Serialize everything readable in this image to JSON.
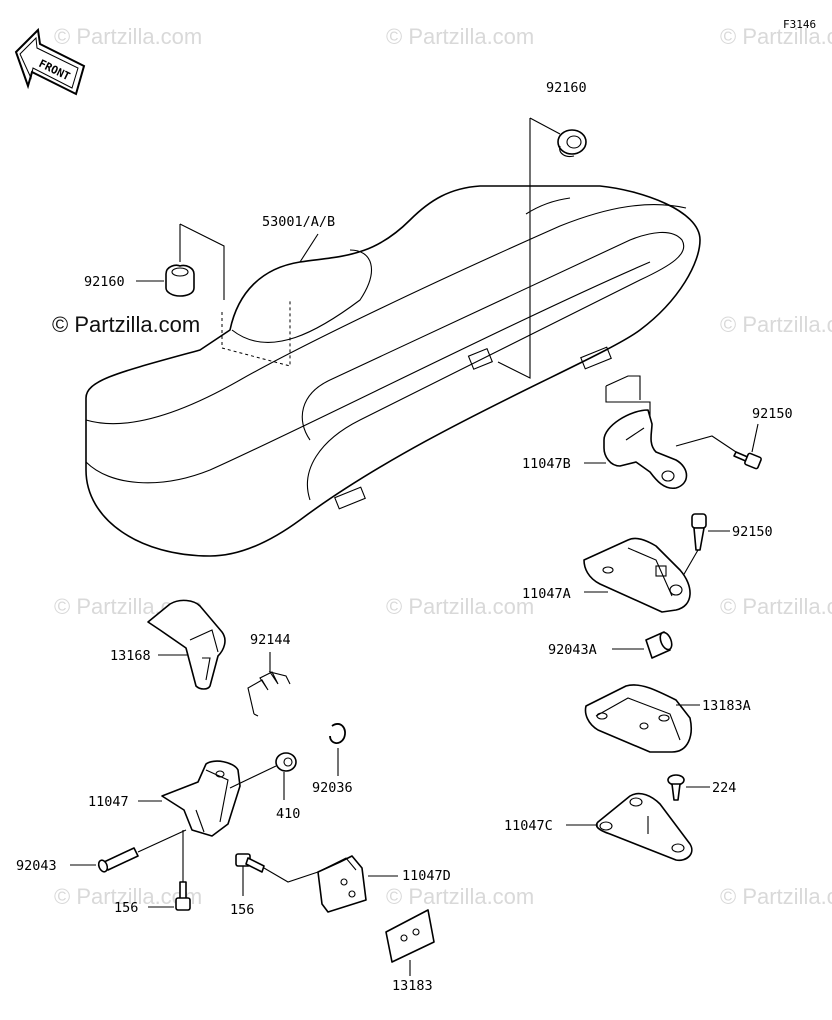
{
  "diagram_code": "F3146",
  "front_arrow_label": "FRONT",
  "watermark": "© Partzilla.com",
  "labels": {
    "p92160_top": "92160",
    "p53001": "53001/A/B",
    "p92160_left": "92160",
    "p92150_a": "92150",
    "p11047B": "11047B",
    "p92150_b": "92150",
    "p11047A": "11047A",
    "p92043A": "92043A",
    "p13183A": "13183A",
    "p13168": "13168",
    "p92144": "92144",
    "p92036": "92036",
    "p410": "410",
    "p11047": "11047",
    "p92043": "92043",
    "p156_left": "156",
    "p156_mid": "156",
    "p11047D": "11047D",
    "p13183": "13183",
    "p224": "224",
    "p11047C": "11047C"
  }
}
